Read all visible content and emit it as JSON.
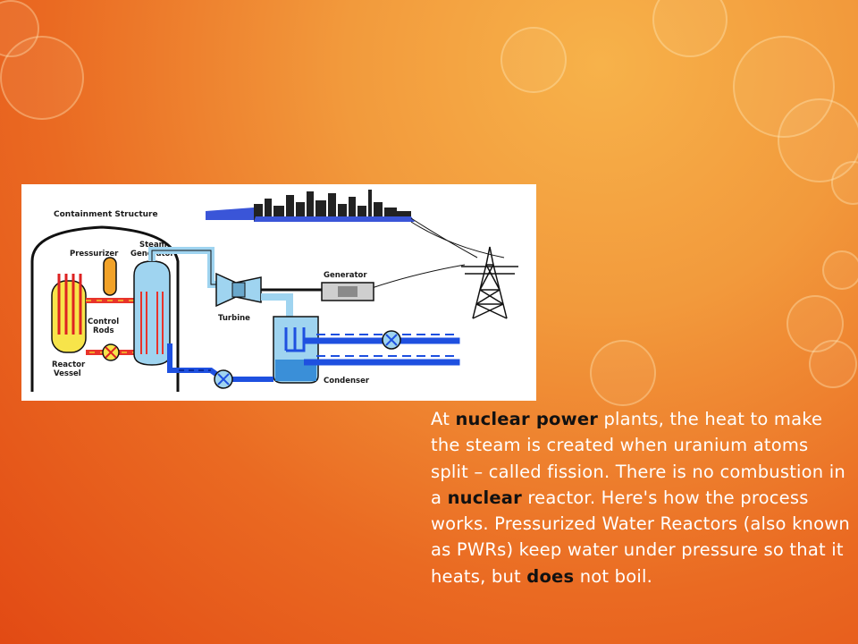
{
  "diagram": {
    "labels": {
      "containment": "Containment Structure",
      "pressurizer": "Pressurizer",
      "steam_generator_1": "Steam",
      "steam_generator_2": "Generator",
      "control_rods_1": "Control",
      "control_rods_2": "Rods",
      "reactor_vessel_1": "Reactor",
      "reactor_vessel_2": "Vessel",
      "turbine": "Turbine",
      "generator": "Generator",
      "condenser": "Condenser"
    }
  },
  "text": {
    "p1": "At ",
    "b1": "nuclear power",
    "p2": " plants, the heat to make the steam is created when uranium atoms split – called fission. There is no combustion in a ",
    "b2": "nuclear",
    "p3": " reactor. Here's how the process works. Pressurized Water Reactors (also known as PWRs) keep water under pressure so that it heats, but ",
    "b3": "does",
    "p4": " not boil."
  }
}
